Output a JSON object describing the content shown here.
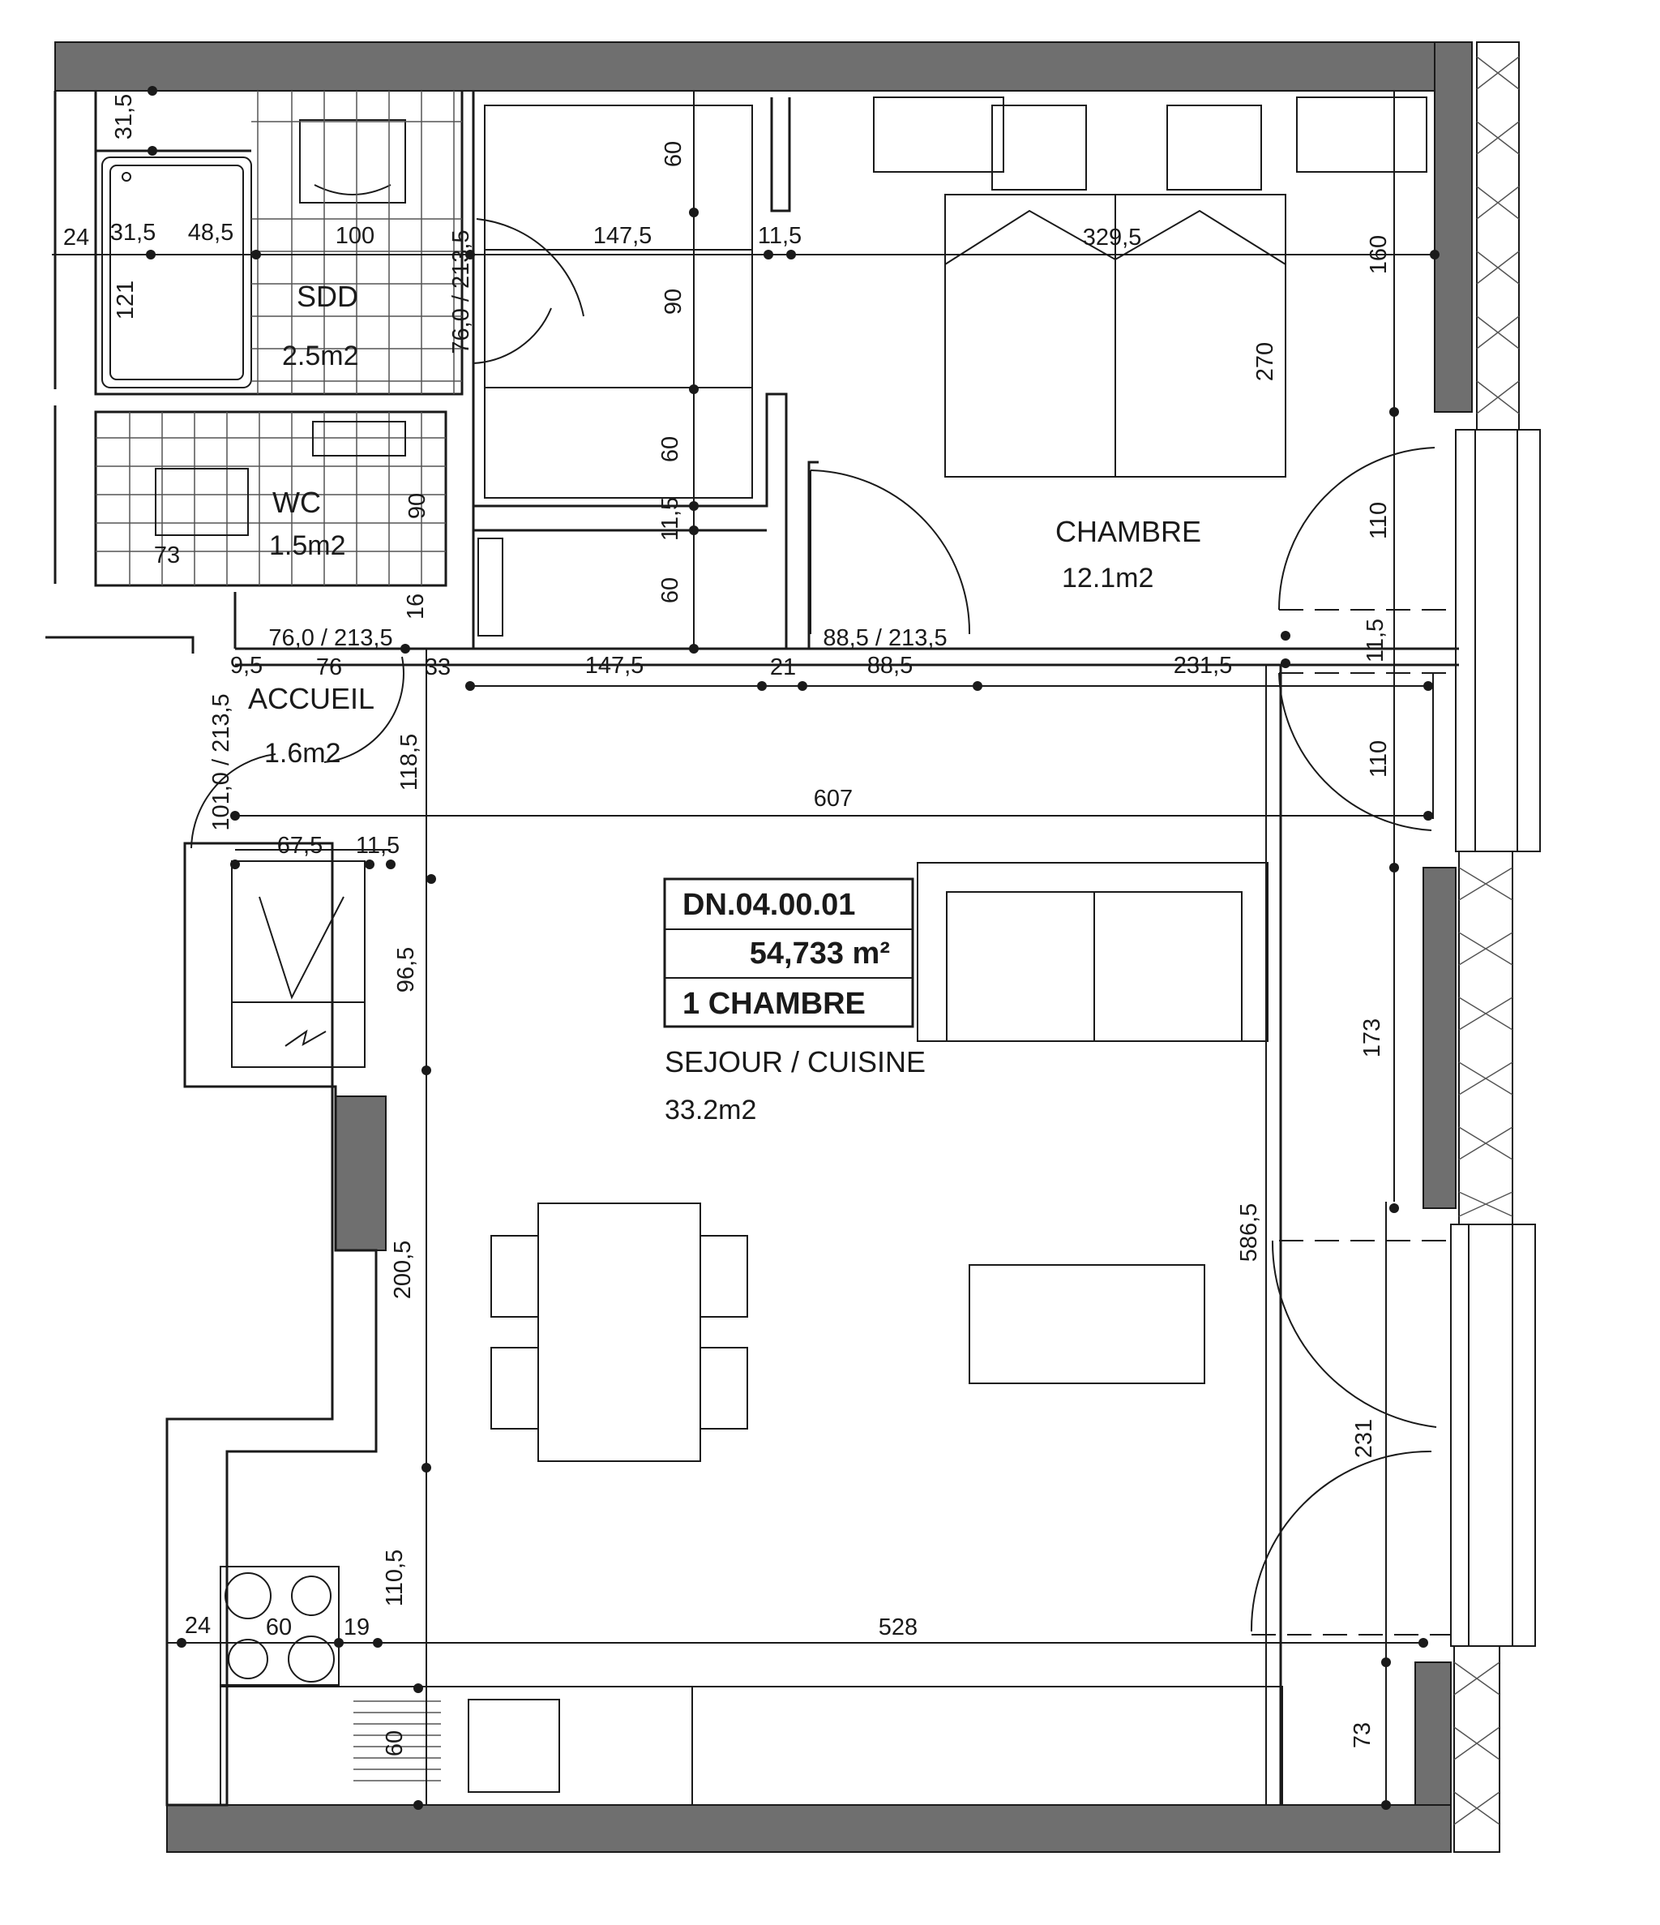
{
  "unit_id": "DN.04.00.01",
  "unit_area": "54,733 m²",
  "unit_type": "1 CHAMBRE",
  "rooms": {
    "sdd": {
      "name": "SDD",
      "area": "2.5m2"
    },
    "wc": {
      "name": "WC",
      "area": "1.5m2"
    },
    "chambre": {
      "name": "CHAMBRE",
      "area": "12.1m2"
    },
    "accueil": {
      "name": "ACCUEIL",
      "area": "1.6m2"
    },
    "sejour": {
      "name": "SEJOUR / CUISINE",
      "area": "33.2m2"
    }
  },
  "dims": {
    "d31_5a": "31,5",
    "d24a": "24",
    "d31_5b": "31,5",
    "d48_5": "48,5",
    "d100": "100",
    "d121": "121",
    "d213_5a": "76,0 / 213,5",
    "d76_0b": "76,0 / 213,5",
    "d147_5a": "147,5",
    "d11_5a": "11,5",
    "d329_5": "329,5",
    "d160": "160",
    "d60a": "60",
    "d90a": "90",
    "d60b": "60",
    "d11_5b": "11,5",
    "d60c": "60",
    "d270": "270",
    "d110a": "110",
    "d11_5c": "11,5",
    "d110b": "110",
    "d73a": "73",
    "d90b": "90",
    "d16": "16",
    "d76_0c": "76,0 / 213,5",
    "d88_5a": "88,5 / 213,5",
    "d9_5": "9,5",
    "d76": "76",
    "d33": "33",
    "d147_5b": "147,5",
    "d21": "21",
    "d88_5b": "88,5",
    "d231_5": "231,5",
    "d101": "101,0 / 213,5",
    "d118_5": "118,5",
    "d607": "607",
    "d67_5": "67,5",
    "d11_5d": "11,5",
    "d96_5": "96,5",
    "d173": "173",
    "d200_5": "200,5",
    "d586_5": "586,5",
    "d231": "231",
    "d110_5": "110,5",
    "d24b": "24",
    "d60d": "60",
    "d19": "19",
    "d528": "528",
    "d60e": "60",
    "d73b": "73"
  }
}
